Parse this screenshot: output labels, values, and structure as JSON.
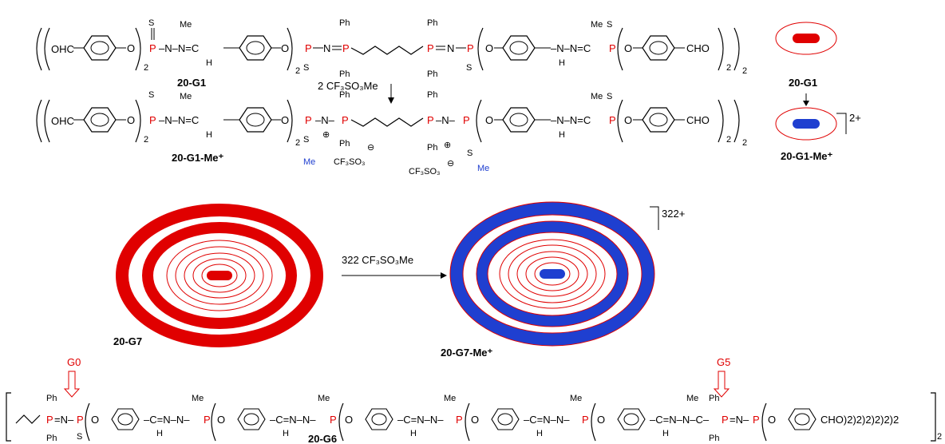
{
  "rows": {
    "g1": {
      "text_a": "OHC",
      "text_b": "O",
      "p": "P",
      "s": "S",
      "me": "Me",
      "n": "N",
      "chain_a": "–N–N=C",
      "h": "H",
      "ph": "Ph",
      "subscript": "2",
      "text_c": "CHO",
      "label": "20-G1"
    },
    "g1me": {
      "label": "20-G1-Me⁺",
      "anion": "CF₃SO₃",
      "minus": "⊖",
      "plus": "⊕",
      "me": "Me"
    },
    "g6": {
      "label": "20-G6",
      "g0": "G0",
      "g5": "G5",
      "ph": "Ph",
      "tail": "CHO)2)2)2)2)2)2",
      "sub": "2"
    }
  },
  "reagents": {
    "step1": "2 CF₃SO₃Me",
    "step2": "322 CF₃SO₃Me"
  },
  "schematic": {
    "g1_label": "20-G1",
    "g1me_label": "20-G1-Me⁺",
    "g1me_charge": "2+",
    "g7_label": "20-G7",
    "g7me_label": "20-G7-Me⁺",
    "g7me_charge": "322+"
  },
  "colors": {
    "red": "#e00000",
    "blue": "#1f3fd0",
    "thin_ring": "#e00000"
  }
}
